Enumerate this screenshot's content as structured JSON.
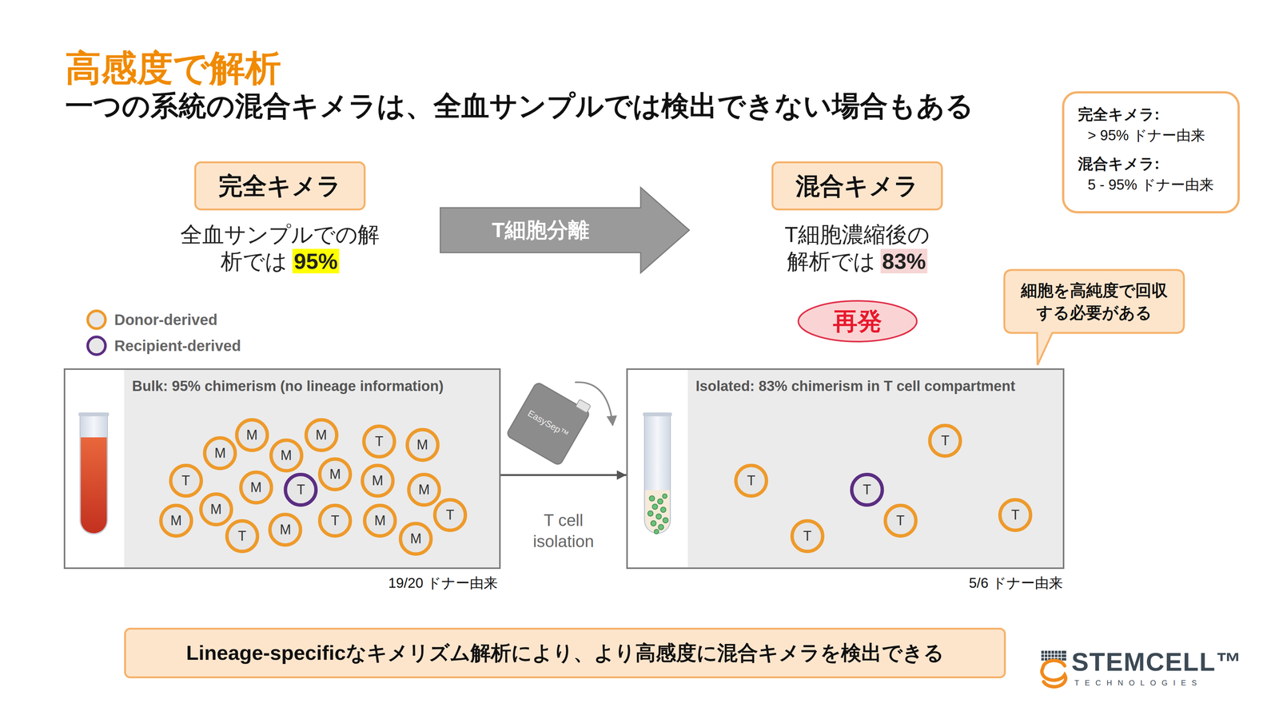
{
  "diagram": {
    "title": "高感度で解析",
    "nodes": [
      {
        "text": [
          "完全キメラ:",
          "> 95% ドナー由来",
          "混合キメラ:",
          "5 - 95% ドナー由来"
        ]
      },
      {
        "text": [
          "完全キメラ",
          "全血サンプルでの解析では",
          "95%"
        ]
      },
      {
        "text": [
          "T細胞分離"
        ]
      },
      {
        "text": [
          "混合キメラ",
          "T細胞濃縮後の解析では",
          "83%"
        ]
      },
      {
        "text": [
          "再発"
        ]
      },
      {
        "text": [
          "細胞を高純度で回収する必要がある"
        ]
      },
      {
        "text": [
          "Bulk: 95% chimerism (no lineage information)"
        ]
      },
      {
        "text": [
          "M"
        ],
        "in": 6
      },
      {
        "text": [
          "M"
        ],
        "in": 6
      },
      {
        "text": [
          "T"
        ],
        "in": 6
      },
      {
        "text": [
          "M"
        ],
        "in": 6
      },
      {
        "text": [
          "M"
        ],
        "in": 6
      },
      {
        "text": [
          "M"
        ],
        "in": 6
      },
      {
        "text": [
          "T"
        ],
        "in": 6
      },
      {
        "text": [
          "M"
        ],
        "in": 6
      },
      {
        "text": [
          "T"
        ],
        "in": 6
      },
      {
        "text": [
          "M"
        ],
        "in": 6
      },
      {
        "text": [
          "M"
        ],
        "in": 6
      },
      {
        "text": [
          "M"
        ],
        "in": 6
      },
      {
        "text": [
          "M"
        ],
        "in": 6
      },
      {
        "text": [
          "M"
        ],
        "in": 6
      },
      {
        "text": [
          "T"
        ],
        "in": 6
      },
      {
        "text": [
          "M"
        ],
        "in": 6
      },
      {
        "text": [
          "T"
        ],
        "in": 6
      },
      {
        "text": [
          "M"
        ],
        "in": 6
      },
      {
        "text": [
          "M"
        ],
        "in": 6
      },
      {
        "text": [
          "T"
        ],
        "in": 6
      },
      {
        "text": [
          "Isolated: 83% chimerism in T cell compartment"
        ]
      },
      {
        "text": [
          "T"
        ],
        "in": 27
      },
      {
        "text": [
          "T"
        ],
        "in": 27
      },
      {
        "text": [
          "T"
        ],
        "in": 27
      },
      {
        "text": [
          "T"
        ],
        "in": 27
      },
      {
        "text": [
          "T"
        ],
        "in": 27
      },
      {
        "text": [
          "T"
        ],
        "in": 27
      },
      {
        "text": [
          "Lineage-specificなキメリズム解析により、より高感度に混合キメラを検出できる"
        ]
      }
    ],
    "edges": [
      {
        "from": 6,
        "to": 27,
        "arrow": "to",
        "label": "T cell isolation"
      }
    ],
    "labels": [
      "一つの系統の混合キメラは、全血サンプルでは検出できない場合もある",
      "EasySep™",
      "19/20 ドナー由来",
      "5/6 ドナー由来",
      "STEMCELL™",
      "TECHNOLOGIES"
    ],
    "legend": [
      {
        "text": "Donor-derived",
        "color": "#ee9a2a"
      },
      {
        "text": "Recipient-derived",
        "color": "#5b2d82"
      }
    ]
  }
}
